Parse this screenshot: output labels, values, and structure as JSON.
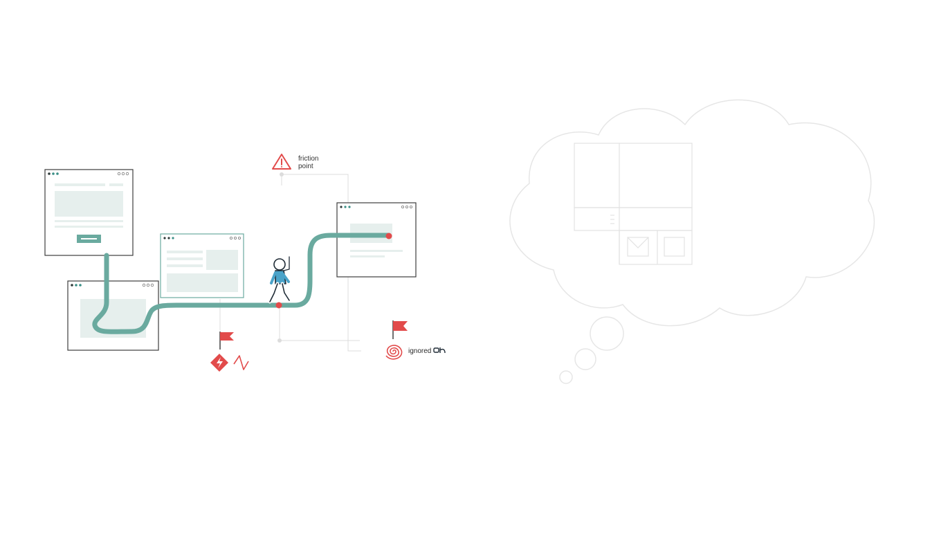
{
  "labels": {
    "friction_line1": "friction",
    "friction_line2": "point",
    "ignored": "ignored"
  },
  "icons": {
    "warning": "warning-triangle-icon",
    "flag": "red-flag-icon",
    "lightning": "lightning-diamond-icon",
    "zigzag": "zigzag-icon",
    "spiral": "spiral-icon",
    "walker": "walking-person-icon",
    "envelope": "envelope-icon",
    "thought_cloud": "thought-cloud-icon"
  },
  "colors": {
    "path": "#6aaa9f",
    "accent": "#3a8f86",
    "alert": "#e24b4b",
    "window_border": "#3c3c3c",
    "placeholder": "#e6efed",
    "cloud": "#e8e8e8",
    "person": "#4aa3c9"
  }
}
